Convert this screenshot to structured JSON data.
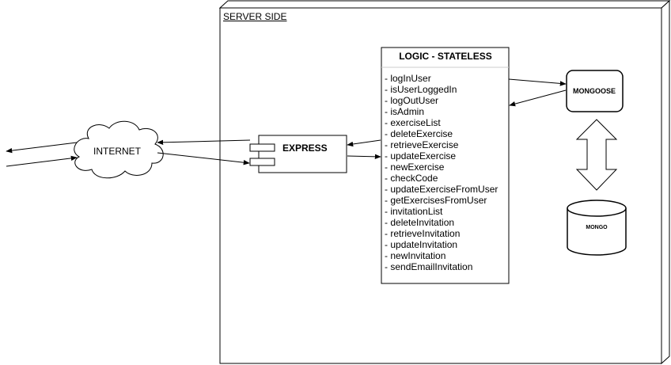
{
  "server": {
    "label": "SERVER SIDE"
  },
  "internet": {
    "label": "INTERNET"
  },
  "express": {
    "label": "EXPRESS"
  },
  "logic": {
    "title": "LOGIC - STATELESS",
    "operations": [
      "logInUser",
      "isUserLoggedIn",
      "logOutUser",
      "isAdmin",
      "exerciseList",
      "deleteExercise",
      "retrieveExercise",
      "updateExercise",
      "newExercise",
      "checkCode",
      "updateExerciseFromUser",
      "getExercisesFromUser",
      "invitationList",
      "deleteInvitation",
      "retrieveInvitation",
      "updateInvitation",
      "newInvitation",
      "sendEmailInvitation"
    ]
  },
  "mongoose": {
    "label": "MONGOOSE"
  },
  "mongo": {
    "label": "MONGO"
  }
}
